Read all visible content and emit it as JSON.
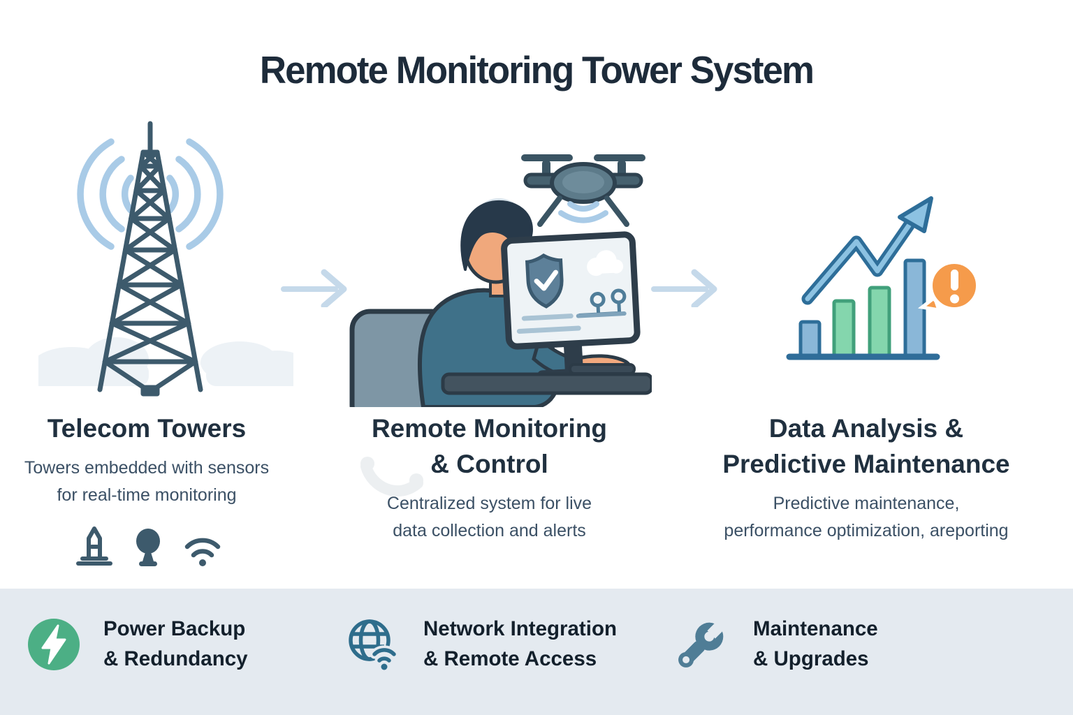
{
  "title": "Remote Monitoring Tower System",
  "palette": {
    "heading_text": "#20303f",
    "sub_text": "#3b5065",
    "illustration_slate": "#3d5a6c",
    "signal_blue": "#a9cbe7",
    "flow_arrow_blue": "#c5d9ea",
    "footer_bg": "#e4eaf0",
    "power_green": "#4caf85",
    "network_teal": "#2e6d8c",
    "alert_orange": "#f59b4b",
    "bar_blue": "#8ab7d8",
    "bar_green": "#84d6ad",
    "shirt_teal": "#3f7189",
    "skin": "#f0a87c"
  },
  "columns": [
    {
      "icon": "telecom-tower-illustration",
      "heading_line1": "Telecom Towers",
      "sub_line1": "Towers embedded with sensors",
      "sub_line2": "for real-time monitoring",
      "sensor_icons": [
        "antenna-sensor-icon",
        "dome-sensor-icon",
        "wifi-icon"
      ]
    },
    {
      "icon": "operator-workstation-drone-illustration",
      "heading_line1": "Remote Monitoring",
      "heading_line2": "& Control",
      "sub_line1": "Centralized system for live",
      "sub_line2": "data collection and alerts"
    },
    {
      "icon": "growth-chart-alert-illustration",
      "heading_line1": "Data Analysis &",
      "heading_line2": "Predictive Maintenance",
      "sub_line1": "Predictive maintenance,",
      "sub_line2": "performance optimization, areporting"
    }
  ],
  "flow_arrows": [
    "right-arrow-icon",
    "right-arrow-icon"
  ],
  "growth_chart_icon": {
    "type": "bar",
    "bars": [
      {
        "color": "blue",
        "height_rel": 0.35
      },
      {
        "color": "green",
        "height_rel": 0.57
      },
      {
        "color": "green",
        "height_rel": 0.71
      },
      {
        "color": "blue",
        "height_rel": 1.0
      }
    ],
    "trend": "up-zigzag-arrow",
    "badge": "exclamation-alert"
  },
  "footer": {
    "items": [
      {
        "icon": "lightning-icon",
        "line1": "Power Backup",
        "line2": "& Redundancy"
      },
      {
        "icon": "globe-wifi-icon",
        "line1": "Network Integration",
        "line2": "& Remote Access"
      },
      {
        "icon": "wrench-icon",
        "line1": "Maintenance",
        "line2": "& Upgrades"
      }
    ]
  }
}
